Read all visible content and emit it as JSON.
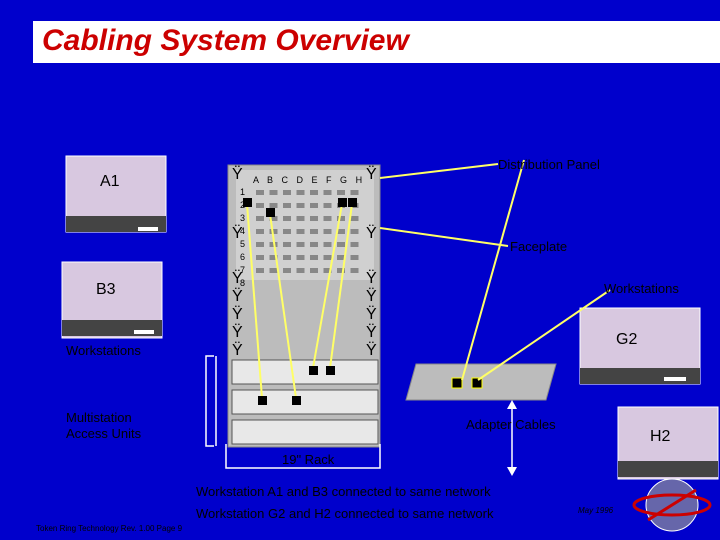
{
  "title": "Cabling System Overview",
  "labels": {
    "a1": "A1",
    "b3": "B3",
    "g2": "G2",
    "h2": "H2",
    "workstations_left": "Workstations",
    "workstations_right": "Workstations",
    "distribution_panel": "Distribution Panel",
    "faceplate": "Faceplate",
    "multistation": "Multistation\nAccess Units",
    "adapter_cables": "Adapter Cables",
    "rack": "19\" Rack",
    "note1": "Workstation A1 and B3 connected to same network",
    "note2": "Workstation G2 and H2 connected to same network",
    "footer": "Token Ring Technology   Rev. 1.00   Page  9",
    "date": "May 1996"
  },
  "panel": {
    "columns": [
      "A",
      "B",
      "C",
      "D",
      "E",
      "F",
      "G",
      "H"
    ],
    "rows": [
      "1",
      "2",
      "3",
      "4",
      "5",
      "6",
      "7",
      "8"
    ],
    "corner_glyph": "Ÿ"
  },
  "colors": {
    "background": "#0000cc",
    "title": "#cc0000",
    "monitor": "#d8c8e0",
    "panel": "#c8c8c8",
    "cable": "#ffff66"
  }
}
